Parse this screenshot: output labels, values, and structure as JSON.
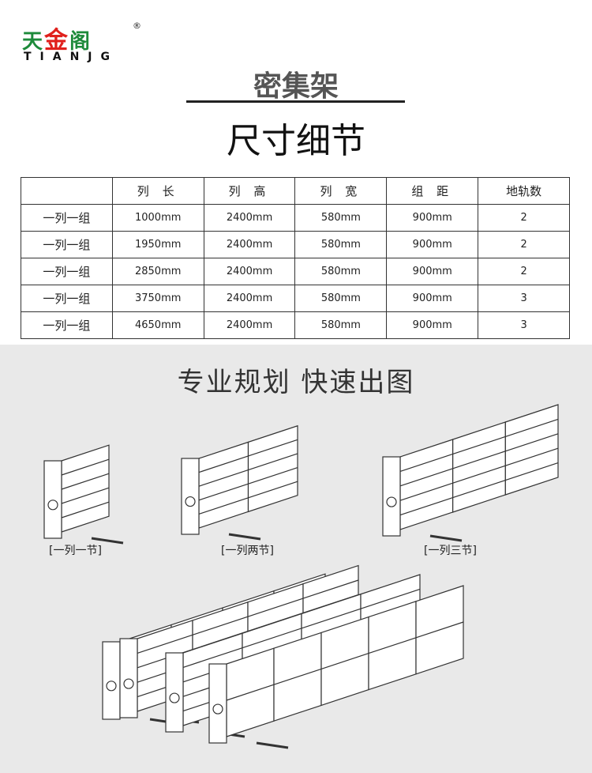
{
  "logo": {
    "cn_left": "天",
    "cn_mid": "金",
    "cn_right": "阁",
    "en": "TIANJG",
    "reg": "®"
  },
  "title": "密集架",
  "subtitle": "尺寸细节",
  "table": {
    "headers": [
      "",
      "列 长",
      "列 高",
      "列 宽",
      "组 距",
      "地轨数"
    ],
    "rows": [
      [
        "一列一组",
        "1000mm",
        "2400mm",
        "580mm",
        "900mm",
        "2"
      ],
      [
        "一列一组",
        "1950mm",
        "2400mm",
        "580mm",
        "900mm",
        "2"
      ],
      [
        "一列一组",
        "2850mm",
        "2400mm",
        "580mm",
        "900mm",
        "2"
      ],
      [
        "一列一组",
        "3750mm",
        "2400mm",
        "580mm",
        "900mm",
        "3"
      ],
      [
        "一列一组",
        "4650mm",
        "2400mm",
        "580mm",
        "900mm",
        "3"
      ]
    ]
  },
  "section2": {
    "title": "专业规划  快速出图",
    "captions": [
      "[一列一节]",
      "[一列两节]",
      "[一列三节]"
    ]
  }
}
